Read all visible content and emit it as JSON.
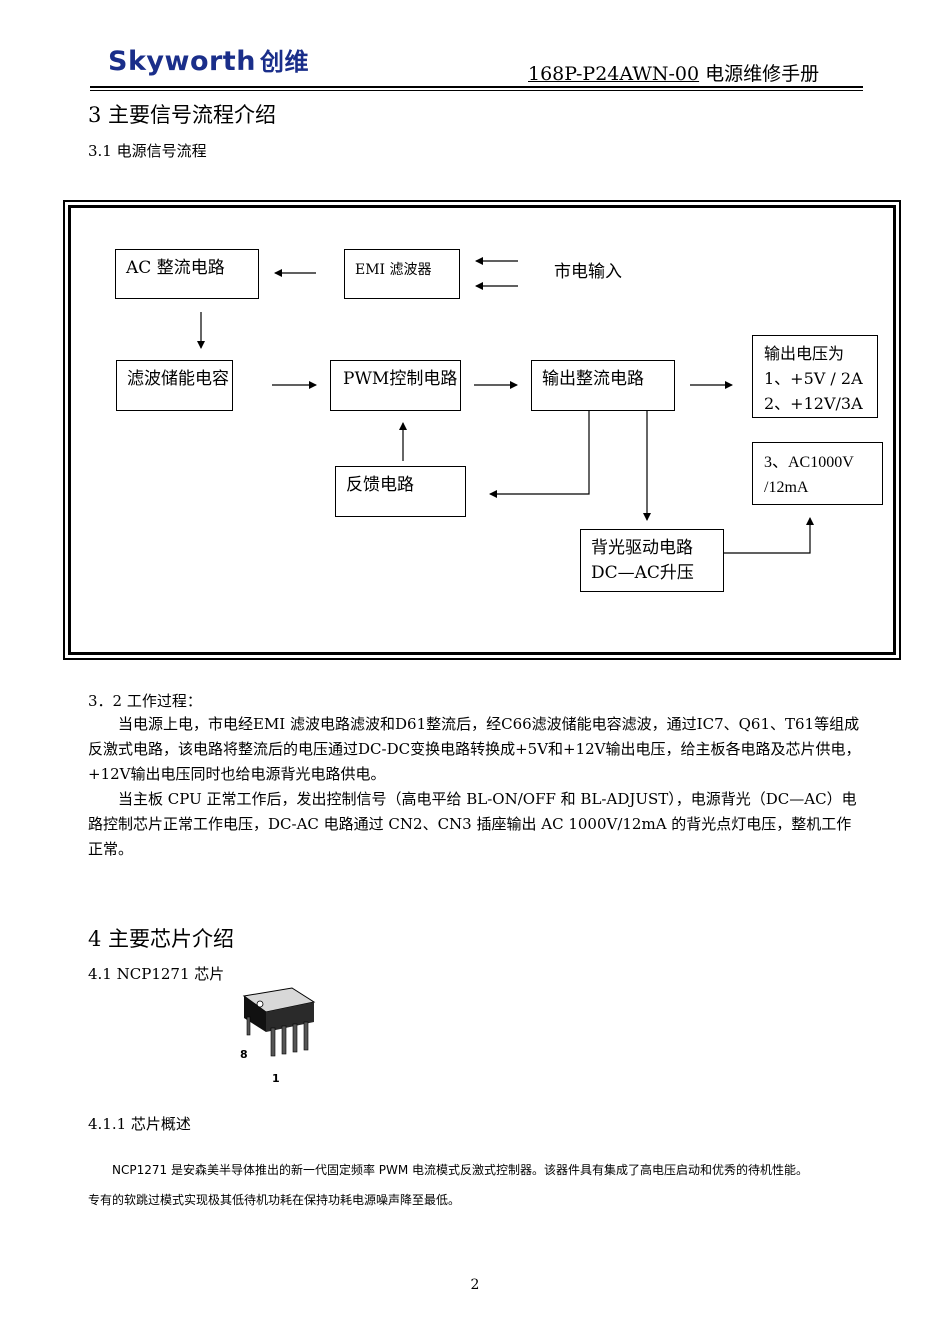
{
  "header": {
    "logo_text": "Skyworth",
    "logo_cn": "创维",
    "doc_title": "168P-P24AWN-00",
    "doc_title_suffix": " 电源维修手册"
  },
  "section3": {
    "title": "3  主要信号流程介绍",
    "sub1": "3.1 电源信号流程",
    "sub2": "3．2 工作过程：",
    "para1": "当电源上电，市电经EMI 滤波电路滤波和D61整流后，经C66滤波储能电容滤波，通过IC7、Q61、T61等组成反激式电路，该电路将整流后的电压通过DC-DC变换电路转换成+5V和+12V输出电压，给主板各电路及芯片供电，+12V输出电压同时也给电源背光电路供电。",
    "para2": "当主板 CPU 正常工作后，发出控制信号（高电平给 BL-ON/OFF 和 BL-ADJUST），电源背光（DC—AC）电路控制芯片正常工作电压，DC-AC 电路通过 CN2、CN3 插座输出 AC 1000V/12mA 的背光点灯电压，整机工作正常。"
  },
  "diagram": {
    "ac_rect": "AC 整流电路",
    "emi": "EMI 滤波器",
    "mains": "市电输入",
    "filter_cap": "滤波储能电容",
    "pwm": "PWM控制电路",
    "out_rect": "输出整流电路",
    "out_v_title": "输出电压为",
    "out_v1": "1、+5V / 2A",
    "out_v2": "2、+12V/3A",
    "out_ac1": "3、AC1000V",
    "out_ac2": "/12mA",
    "feedback": "反馈电路",
    "backlight1": "背光驱动电路",
    "backlight2": "DC—AC升压"
  },
  "section4": {
    "title": "4  主要芯片介绍",
    "sub1": "4.1 NCP1271 芯片",
    "pin8": "8",
    "pin1": "1",
    "sub2": "4.1.1  芯片概述",
    "para1": "NCP1271 是安森美半导体推出的新一代固定频率 PWM 电流模式反激式控制器。该器件具有集成了高电压启动和优秀的待机性能。",
    "para2": "专有的软跳过模式实现极其低待机功耗在保持功耗电源噪声降至最低。"
  },
  "footer": {
    "page": "2"
  }
}
